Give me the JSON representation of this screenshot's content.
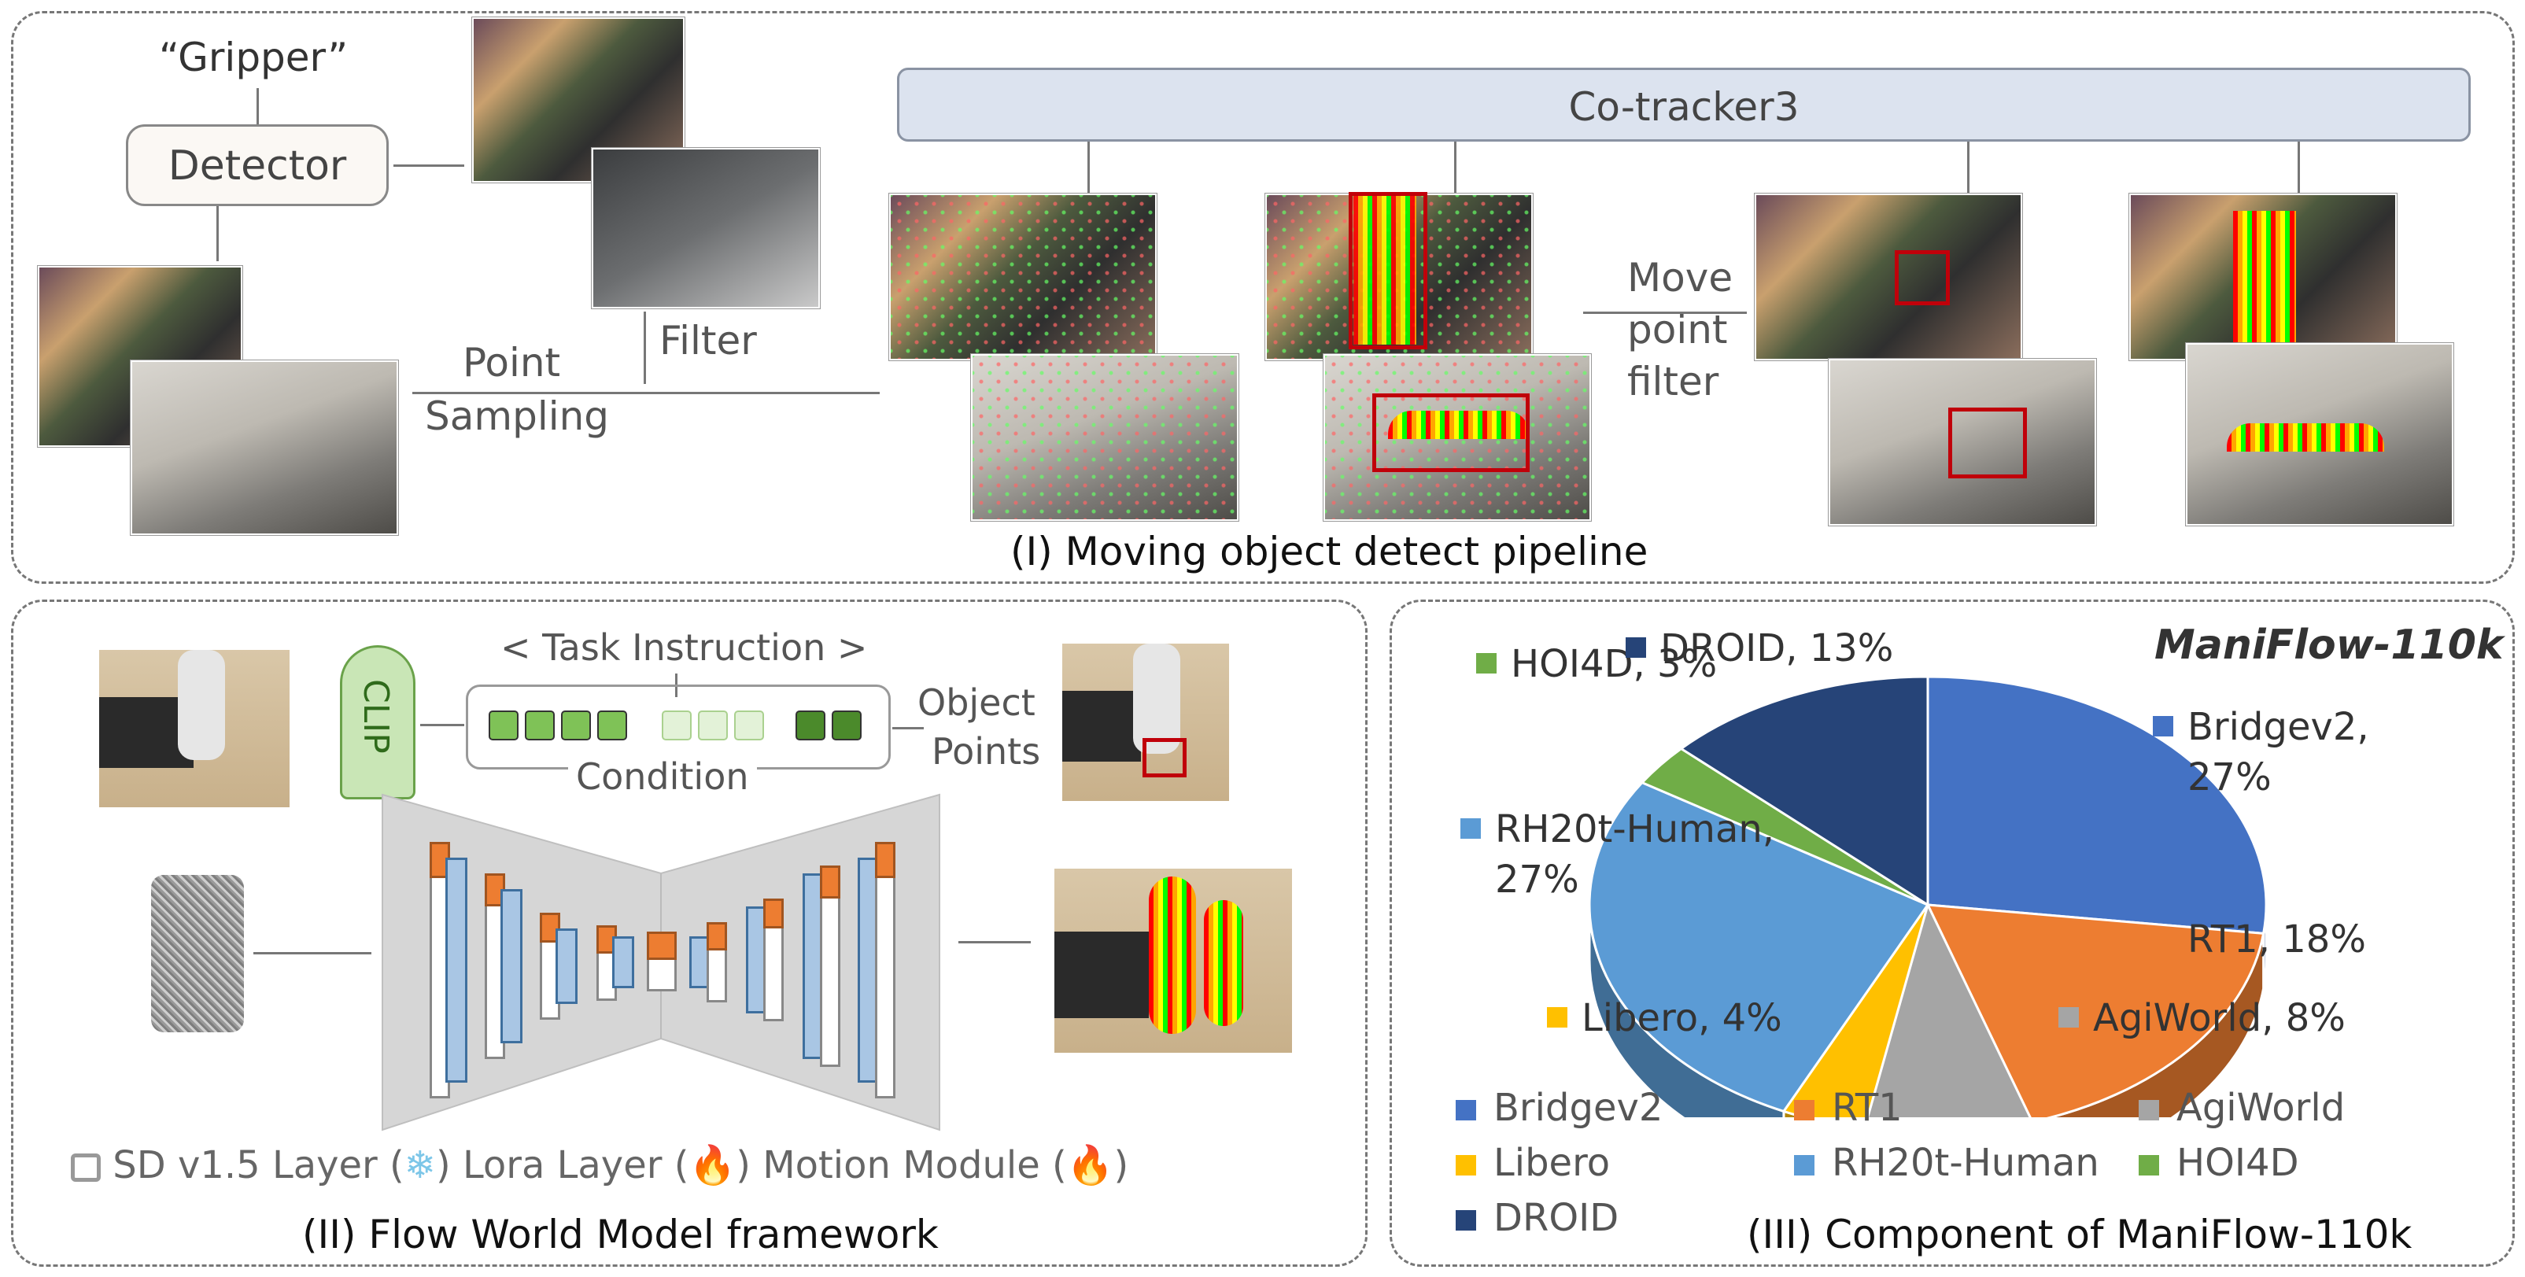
{
  "panel1": {
    "gripper_label": "“Gripper”",
    "detector_label": "Detector",
    "filter_label": "Filter",
    "point_sampling_label": [
      "Point",
      "Sampling"
    ],
    "cotracker_label": "Co-tracker3",
    "move_filter_label": [
      "Move",
      "point",
      "filter"
    ],
    "caption": "(I) Moving object detect pipeline"
  },
  "panel2": {
    "clip_label": "CLIP",
    "task_instruction_label": "< Task Instruction >",
    "condition_label": "Condition",
    "object_points_label": [
      "Object",
      "Points"
    ],
    "legend": {
      "sd_layer": "SD v1.5 Layer (",
      "sd_icon": "❄",
      "lora_layer": ") Lora Layer (",
      "lora_icon": "🔥",
      "motion_module": ") Motion Module (",
      "motion_icon": "🔥",
      "end": ")"
    },
    "caption": "(II) Flow World Model framework"
  },
  "panel3": {
    "title": "ManiFlow-110k",
    "caption": "(III) Component of ManiFlow-110k",
    "colors": {
      "Bridgev2": "#4472c4",
      "RT1": "#ed7d31",
      "AgiWorld": "#a5a5a5",
      "Libero": "#ffc000",
      "RH20t-Human": "#5b9bd5",
      "HOI4D": "#70ad47",
      "DROID": "#264478"
    }
  },
  "chart_data": {
    "type": "pie",
    "title": "ManiFlow-110k",
    "categories": [
      "Bridgev2",
      "RT1",
      "AgiWorld",
      "Libero",
      "RH20t-Human",
      "HOI4D",
      "DROID"
    ],
    "values": [
      27,
      18,
      8,
      4,
      27,
      3,
      13
    ],
    "slice_labels": [
      "Bridgev2,",
      "RT1, 18%",
      "AgiWorld, 8%",
      "Libero, 4%",
      "RH20t-Human,",
      "HOI4D, 3%",
      "DROID, 13%"
    ],
    "slice_label_lines2": [
      "27%",
      "",
      "",
      "",
      "27%",
      "",
      ""
    ],
    "legend_placement": "bottom"
  }
}
